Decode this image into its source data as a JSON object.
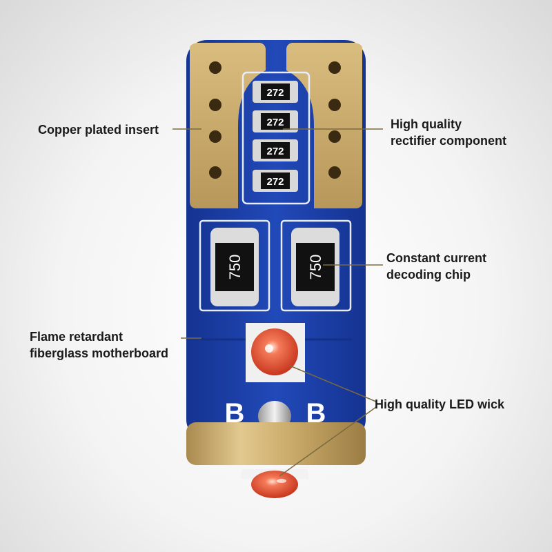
{
  "labels": {
    "copper_insert": "Copper plated insert",
    "rectifier_line1": "High quality",
    "rectifier_line2": "rectifier component",
    "decoding_line1": "Constant current",
    "decoding_line2": "decoding chip",
    "fiberglass_line1": "Flame retardant",
    "fiberglass_line2": "fiberglass motherboard",
    "led_wick": "High quality LED wick"
  },
  "chips": {
    "resistor_code": "272",
    "decoder_code": "750"
  },
  "board_marks": {
    "left": "B",
    "right": "B"
  },
  "colors": {
    "board_blue": "#1c3fa8",
    "gold": "#c9a968",
    "led_orange": "#e8583a"
  }
}
